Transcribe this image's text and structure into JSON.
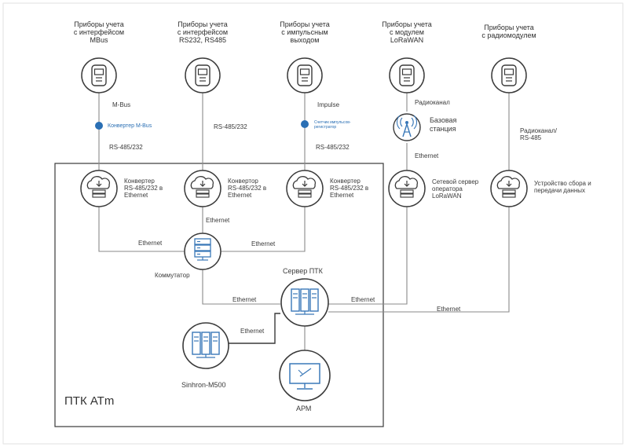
{
  "meter_groups": [
    "Приборы учета\nс интерфейсом\nMBus",
    "Приборы учета\nс интерфейсом\nRS232, RS485",
    "Приборы учета\nс импульсным\nвыходом",
    "Приборы учета\nс модулем\nLoRaWAN",
    "Приборы учета\nс радиомодулем"
  ],
  "link_labels": {
    "mbus": "M-Bus",
    "rs485_232_a": "RS-485/232",
    "rs485_232_b": "RS-485/232",
    "rs485_232_c": "RS-485/232",
    "impulse": "Impulse",
    "radio": "Радиоканал",
    "radio_rs485": "Радиоканал/\nRS-485",
    "ethernet_lora": "Ethernet",
    "ethernet_conv2": "Ethernet",
    "ethernet_left": "Ethernet",
    "ethernet_right": "Ethernet",
    "ethernet_server_left": "Ethernet",
    "ethernet_server_right": "Ethernet",
    "ethernet_long": "Ethernet",
    "ethernet_sinhron": "Ethernet"
  },
  "inline_converters": {
    "mbus": "Конвертер M-Bus",
    "pulse": "Счетчик импульсов-\nрегистратор"
  },
  "nodes": {
    "conv1": "Конвертер\nRS-485/232 в\nEthernet",
    "conv2": "Конвертор\nRS-485/232 в\nEthernet",
    "conv3": "Конвертер\nRS-485/232 в\nEthernet",
    "base_station": "Базовая\nстанция",
    "lora_server": "Сетевой сервер\nоператора\nLoRaWAN",
    "collector": "Устройство сбора и\nпередачи данных",
    "switch": "Коммутатор",
    "server": "Сервер ПТК",
    "sinhron": "Sinhron-M500",
    "arm": "АРМ"
  },
  "system_label": "ПТК АТm",
  "colors": {
    "line": "#888888",
    "circle_stroke": "#3a3a3a",
    "accent_blue": "#2a6fb4",
    "icon_blue": "#3a78b8"
  }
}
